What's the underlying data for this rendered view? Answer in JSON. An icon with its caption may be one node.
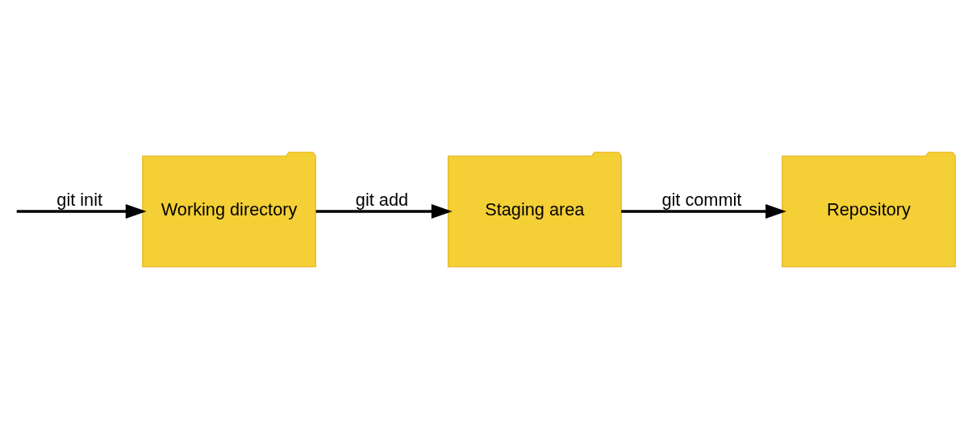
{
  "diagram": {
    "nodes": [
      {
        "text": [
          "Working directory"
        ]
      },
      {
        "text": [
          "Staging area"
        ]
      },
      {
        "text": [
          "Repository"
        ]
      }
    ],
    "edges": [
      {
        "from": null,
        "to": 0,
        "arrow": "to",
        "label": "git init"
      },
      {
        "from": 0,
        "to": 1,
        "arrow": "to",
        "label": "git add"
      },
      {
        "from": 1,
        "to": 2,
        "arrow": "to",
        "label": "git commit"
      }
    ]
  }
}
